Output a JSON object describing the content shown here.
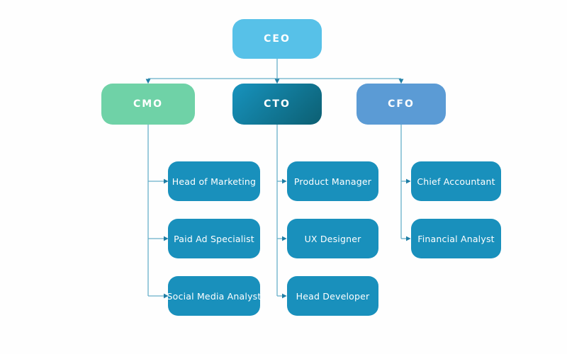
{
  "diagram": {
    "type": "org-chart",
    "colors": {
      "background": "#fefefe",
      "text": "#ffffff",
      "connector": "#68b0c9",
      "arrow": "#1f7ea5",
      "ceo": "#57c1e8",
      "cmo": "#6fd2a7",
      "cto_gradient_start": "#1793be",
      "cto_gradient_end": "#0c5f72",
      "cfo": "#5b9bd5",
      "child": "#1990bc"
    },
    "nodes": {
      "ceo": {
        "label": "CEO"
      },
      "cmo": {
        "label": "CMO"
      },
      "cto": {
        "label": "CTO"
      },
      "cfo": {
        "label": "CFO"
      },
      "head_of_marketing": {
        "label": "Head of Marketing"
      },
      "paid_ad_specialist": {
        "label": "Paid Ad Specialist"
      },
      "social_media_analyst": {
        "label": "Social Media Analyst"
      },
      "product_manager": {
        "label": "Product Manager"
      },
      "ux_designer": {
        "label": "UX Designer"
      },
      "head_developer": {
        "label": "Head Developer"
      },
      "chief_accountant": {
        "label": "Chief Accountant"
      },
      "financial_analyst": {
        "label": "Financial Analyst"
      }
    },
    "edges": [
      [
        "ceo",
        "cmo"
      ],
      [
        "ceo",
        "cto"
      ],
      [
        "ceo",
        "cfo"
      ],
      [
        "cmo",
        "head_of_marketing"
      ],
      [
        "cmo",
        "paid_ad_specialist"
      ],
      [
        "cmo",
        "social_media_analyst"
      ],
      [
        "cto",
        "product_manager"
      ],
      [
        "cto",
        "ux_designer"
      ],
      [
        "cto",
        "head_developer"
      ],
      [
        "cfo",
        "chief_accountant"
      ],
      [
        "cfo",
        "financial_analyst"
      ]
    ]
  }
}
